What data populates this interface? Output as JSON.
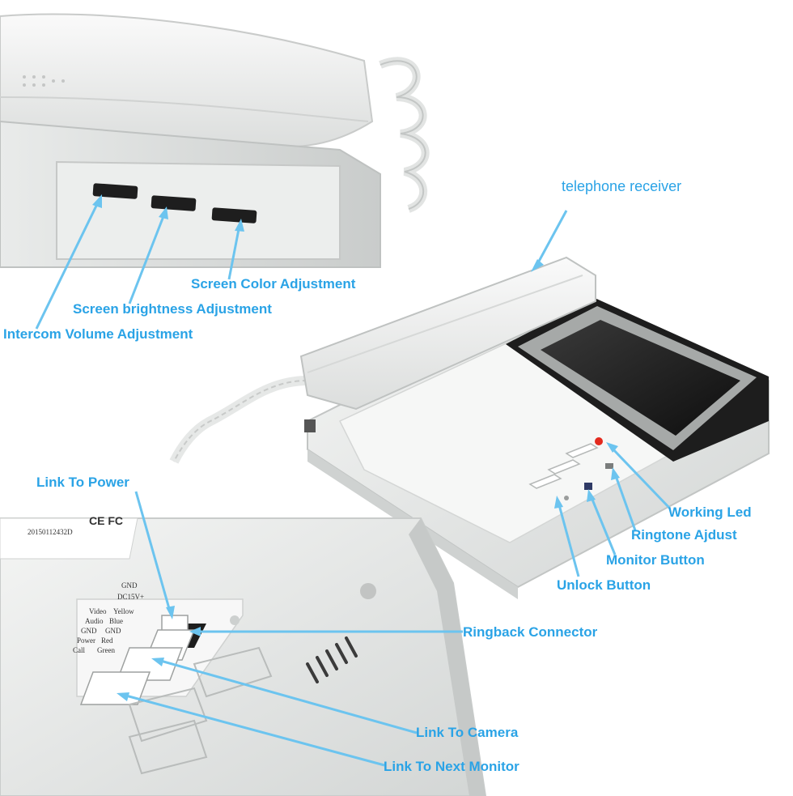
{
  "labels": {
    "telephone_receiver": "telephone receiver",
    "screen_color": "Screen Color Adjustment",
    "screen_brightness": "Screen brightness Adjustment",
    "intercom_volume": "Intercom Volume Adjustment",
    "link_to_power": "Link To Power",
    "working_led": "Working Led",
    "ringtone_adjust": "Ringtone Ajdust",
    "monitor_button": "Monitor Button",
    "unlock_button": "Unlock Button",
    "ringback_connector": "Ringback Connector",
    "link_to_camera": "Link To Camera",
    "link_to_next_monitor": "Link To Next Monitor"
  },
  "pcb_text": {
    "serial": "20150112432D",
    "cert": "CE FC",
    "gnd": "GND",
    "dc15v": "DC15V+",
    "row1": [
      "Video",
      "Yellow"
    ],
    "row2": [
      "Audio",
      "Blue"
    ],
    "row3": [
      "GND",
      "GND"
    ],
    "row4": [
      "Power",
      "Red"
    ],
    "row5": [
      "Call",
      "Green"
    ]
  },
  "colors": {
    "callout_text": "#2aa3e6",
    "arrow": "#6cc4ef",
    "plastic": "#f1f2f1",
    "plastic_shadow": "#d5d7d6",
    "screen": "#1b1b1b",
    "led": "#e32a1e"
  }
}
